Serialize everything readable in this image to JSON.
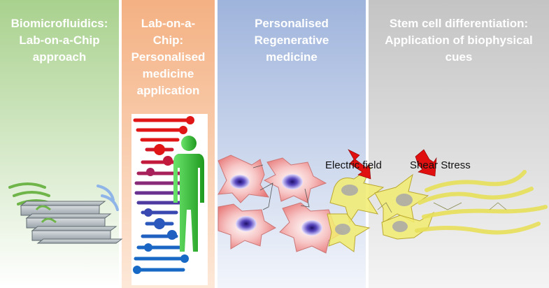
{
  "panels": [
    {
      "id": "biomicrofluidics",
      "title_lines": [
        "Biomicrofluidics:",
        "Lab-on-a-Chip",
        "approach"
      ],
      "color": "#a9d18e"
    },
    {
      "id": "lab-on-a-chip",
      "title_lines": [
        "Lab-on-a-",
        "Chip:",
        "Personalised",
        "medicine",
        "application"
      ],
      "color": "#f4b183"
    },
    {
      "id": "regenerative",
      "title_lines": [
        "Personalised",
        "Regenerative",
        "medicine"
      ],
      "color": "#9fb4dc"
    },
    {
      "id": "stem-cell",
      "title_lines": [
        "Stem cell differentiation:",
        "Application of biophysical",
        "cues"
      ],
      "color": "#c8c8c8"
    }
  ],
  "labels": {
    "electric_field": "Electric field",
    "shear_stress": "Shear Stress"
  },
  "icons": [
    "microfluidic-chip-icon",
    "dna-helix-icon",
    "human-figure-icon",
    "cell-icon",
    "lightning-arrow-icon",
    "shear-arrow-icon"
  ],
  "colors": {
    "cell_red": "#e87878",
    "nucleus": "#3a2a9a",
    "stem_cell": "#f2ec70",
    "arrow_red": "#e01010"
  }
}
